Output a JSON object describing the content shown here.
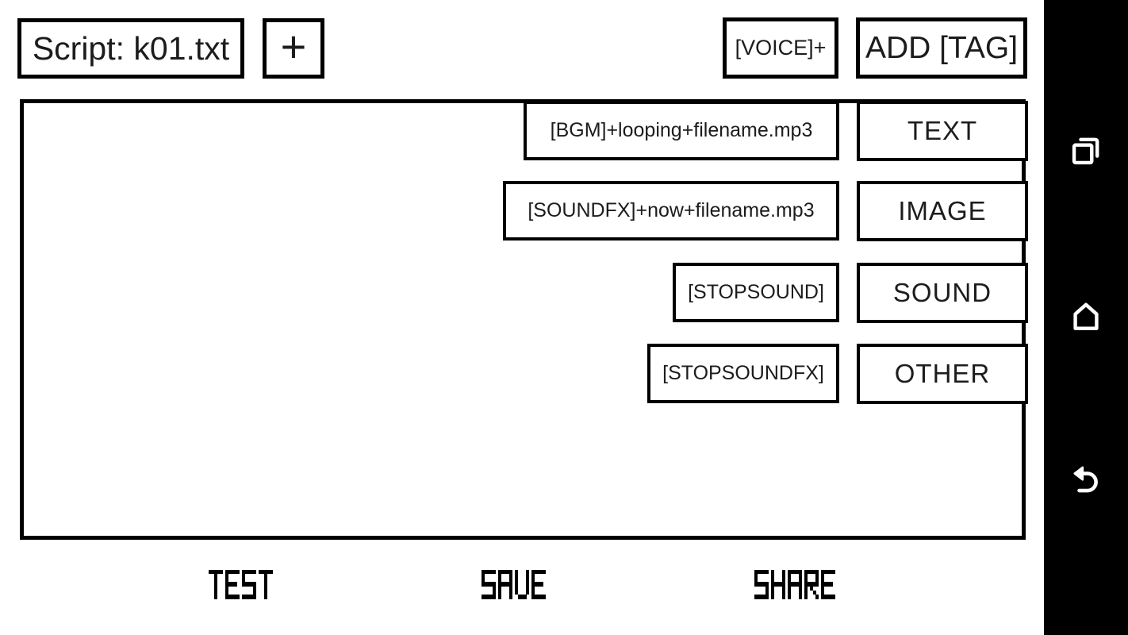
{
  "header": {
    "script_button_label": "Script: k01.txt",
    "new_button_label": "+",
    "voice_tag_button_label": "[VOICE]+",
    "add_tag_button_label": "ADD [TAG]"
  },
  "editor": {
    "content": ""
  },
  "tag_rows": [
    {
      "tag_label": "[BGM]+looping+filename.mp3",
      "category_label": "TEXT"
    },
    {
      "tag_label": "[SOUNDFX]+now+filename.mp3",
      "category_label": "IMAGE"
    },
    {
      "tag_label": "[STOPSOUND]",
      "category_label": "SOUND"
    },
    {
      "tag_label": "[STOPSOUNDFX]",
      "category_label": "OTHER"
    }
  ],
  "footer": {
    "test_label": "TEST",
    "save_label": "SAVE",
    "share_label": "SHARE"
  },
  "nav_bar": {
    "icons": [
      "recents-icon",
      "home-icon",
      "back-icon"
    ]
  },
  "colors": {
    "ink": "#1c1c1c",
    "border": "#000000",
    "nav_bg": "#000000",
    "nav_icon": "#ffffff",
    "pixel_text": "#000000"
  }
}
